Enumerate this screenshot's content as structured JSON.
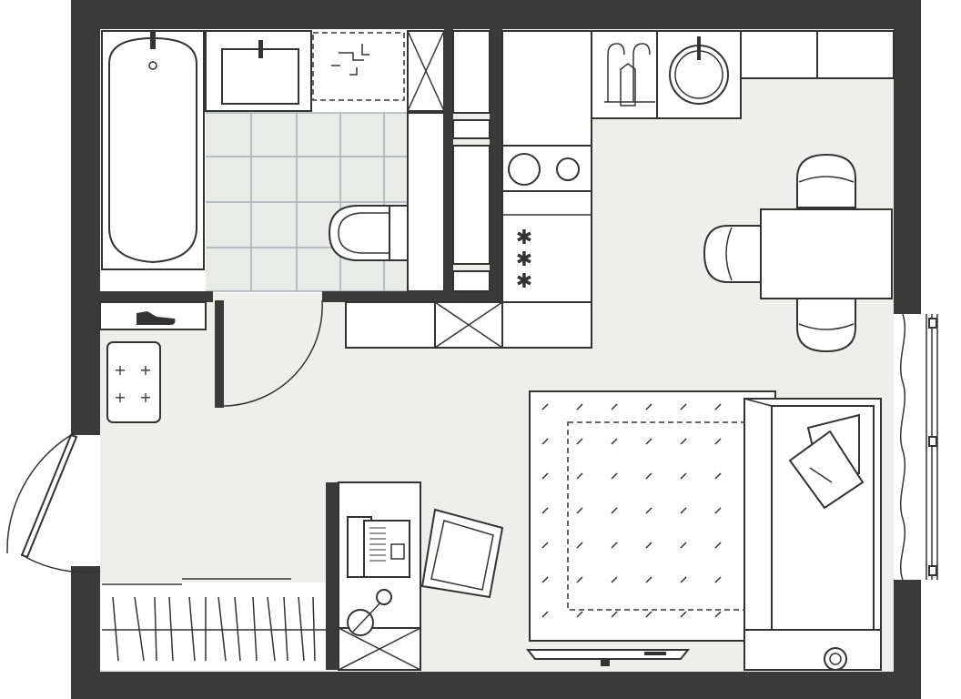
{
  "plan": {
    "type": "studio apartment floor plan",
    "colors": {
      "wall": "#3a3a3a",
      "floor": "#eeefeb",
      "tile_floor": "#e8ebe6",
      "tile_grid": "#a9b0b8",
      "furniture_fill": "#ffffff",
      "outline": "#333333"
    },
    "rooms": [
      "bathroom",
      "hallway",
      "kitchen",
      "living-room"
    ],
    "fixtures": [
      "bathtub",
      "bathroom-sink",
      "washing-machine",
      "toilet",
      "kitchen-sink",
      "cooktop",
      "oven-stove",
      "dining-table",
      "chairs",
      "shoe-rack",
      "ottoman",
      "wardrobe",
      "desk",
      "laptop",
      "office-chair",
      "desk-lamp",
      "rug",
      "sofa-bed",
      "pillows",
      "tv-stand",
      "radiator",
      "window",
      "entrance-door",
      "interior-door"
    ],
    "chairs_at_table": 3,
    "pillows_on_sofa": 2,
    "cooktop_burners": 3
  }
}
